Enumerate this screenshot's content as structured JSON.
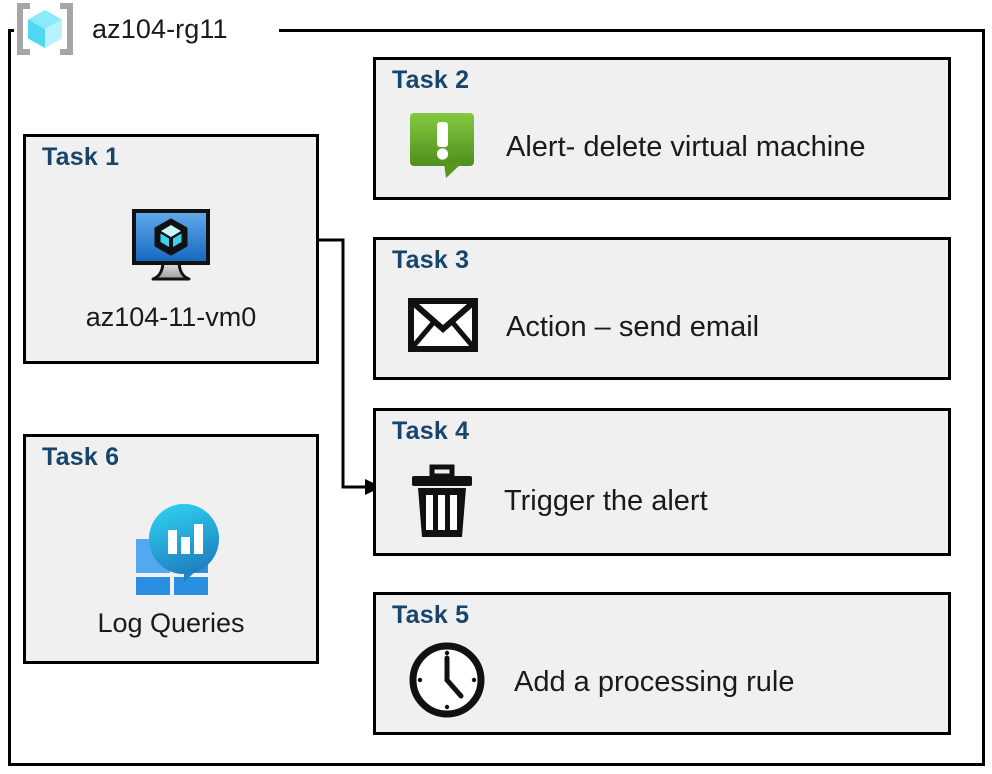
{
  "resource_group": {
    "name": "az104-rg11",
    "icon": "resource-group-cube-icon"
  },
  "panels": [
    {
      "id": "task-1",
      "title": "Task 1",
      "label": "az104-11-vm0",
      "icon": "virtual-machine-icon"
    },
    {
      "id": "task-6",
      "title": "Task 6",
      "label": "Log Queries",
      "icon": "log-analytics-icon"
    },
    {
      "id": "task-2",
      "title": "Task 2",
      "label": "Alert- delete virtual machine",
      "icon": "alert-exclamation-icon"
    },
    {
      "id": "task-3",
      "title": "Task 3",
      "label": "Action – send email",
      "icon": "envelope-icon"
    },
    {
      "id": "task-4",
      "title": "Task 4",
      "label": "Trigger the alert",
      "icon": "trash-can-icon"
    },
    {
      "id": "task-5",
      "title": "Task 5",
      "label": "Add a processing rule",
      "icon": "clock-icon"
    }
  ],
  "connector": {
    "from": "task-1",
    "to": "task-4",
    "arrow": "arrow-right"
  },
  "colors": {
    "task_title": "#17456b",
    "panel_fill": "#f0f0f0",
    "border": "#000000",
    "alert_green_light": "#7DC242",
    "alert_green_dark": "#4F8F1F",
    "vm_blue_light": "#5DA9E9",
    "vm_blue_dark": "#1668C1",
    "cube_cyan": "#6FE3F7",
    "log_blue": "#2A8FE0",
    "log_teal": "#29C7E8"
  }
}
